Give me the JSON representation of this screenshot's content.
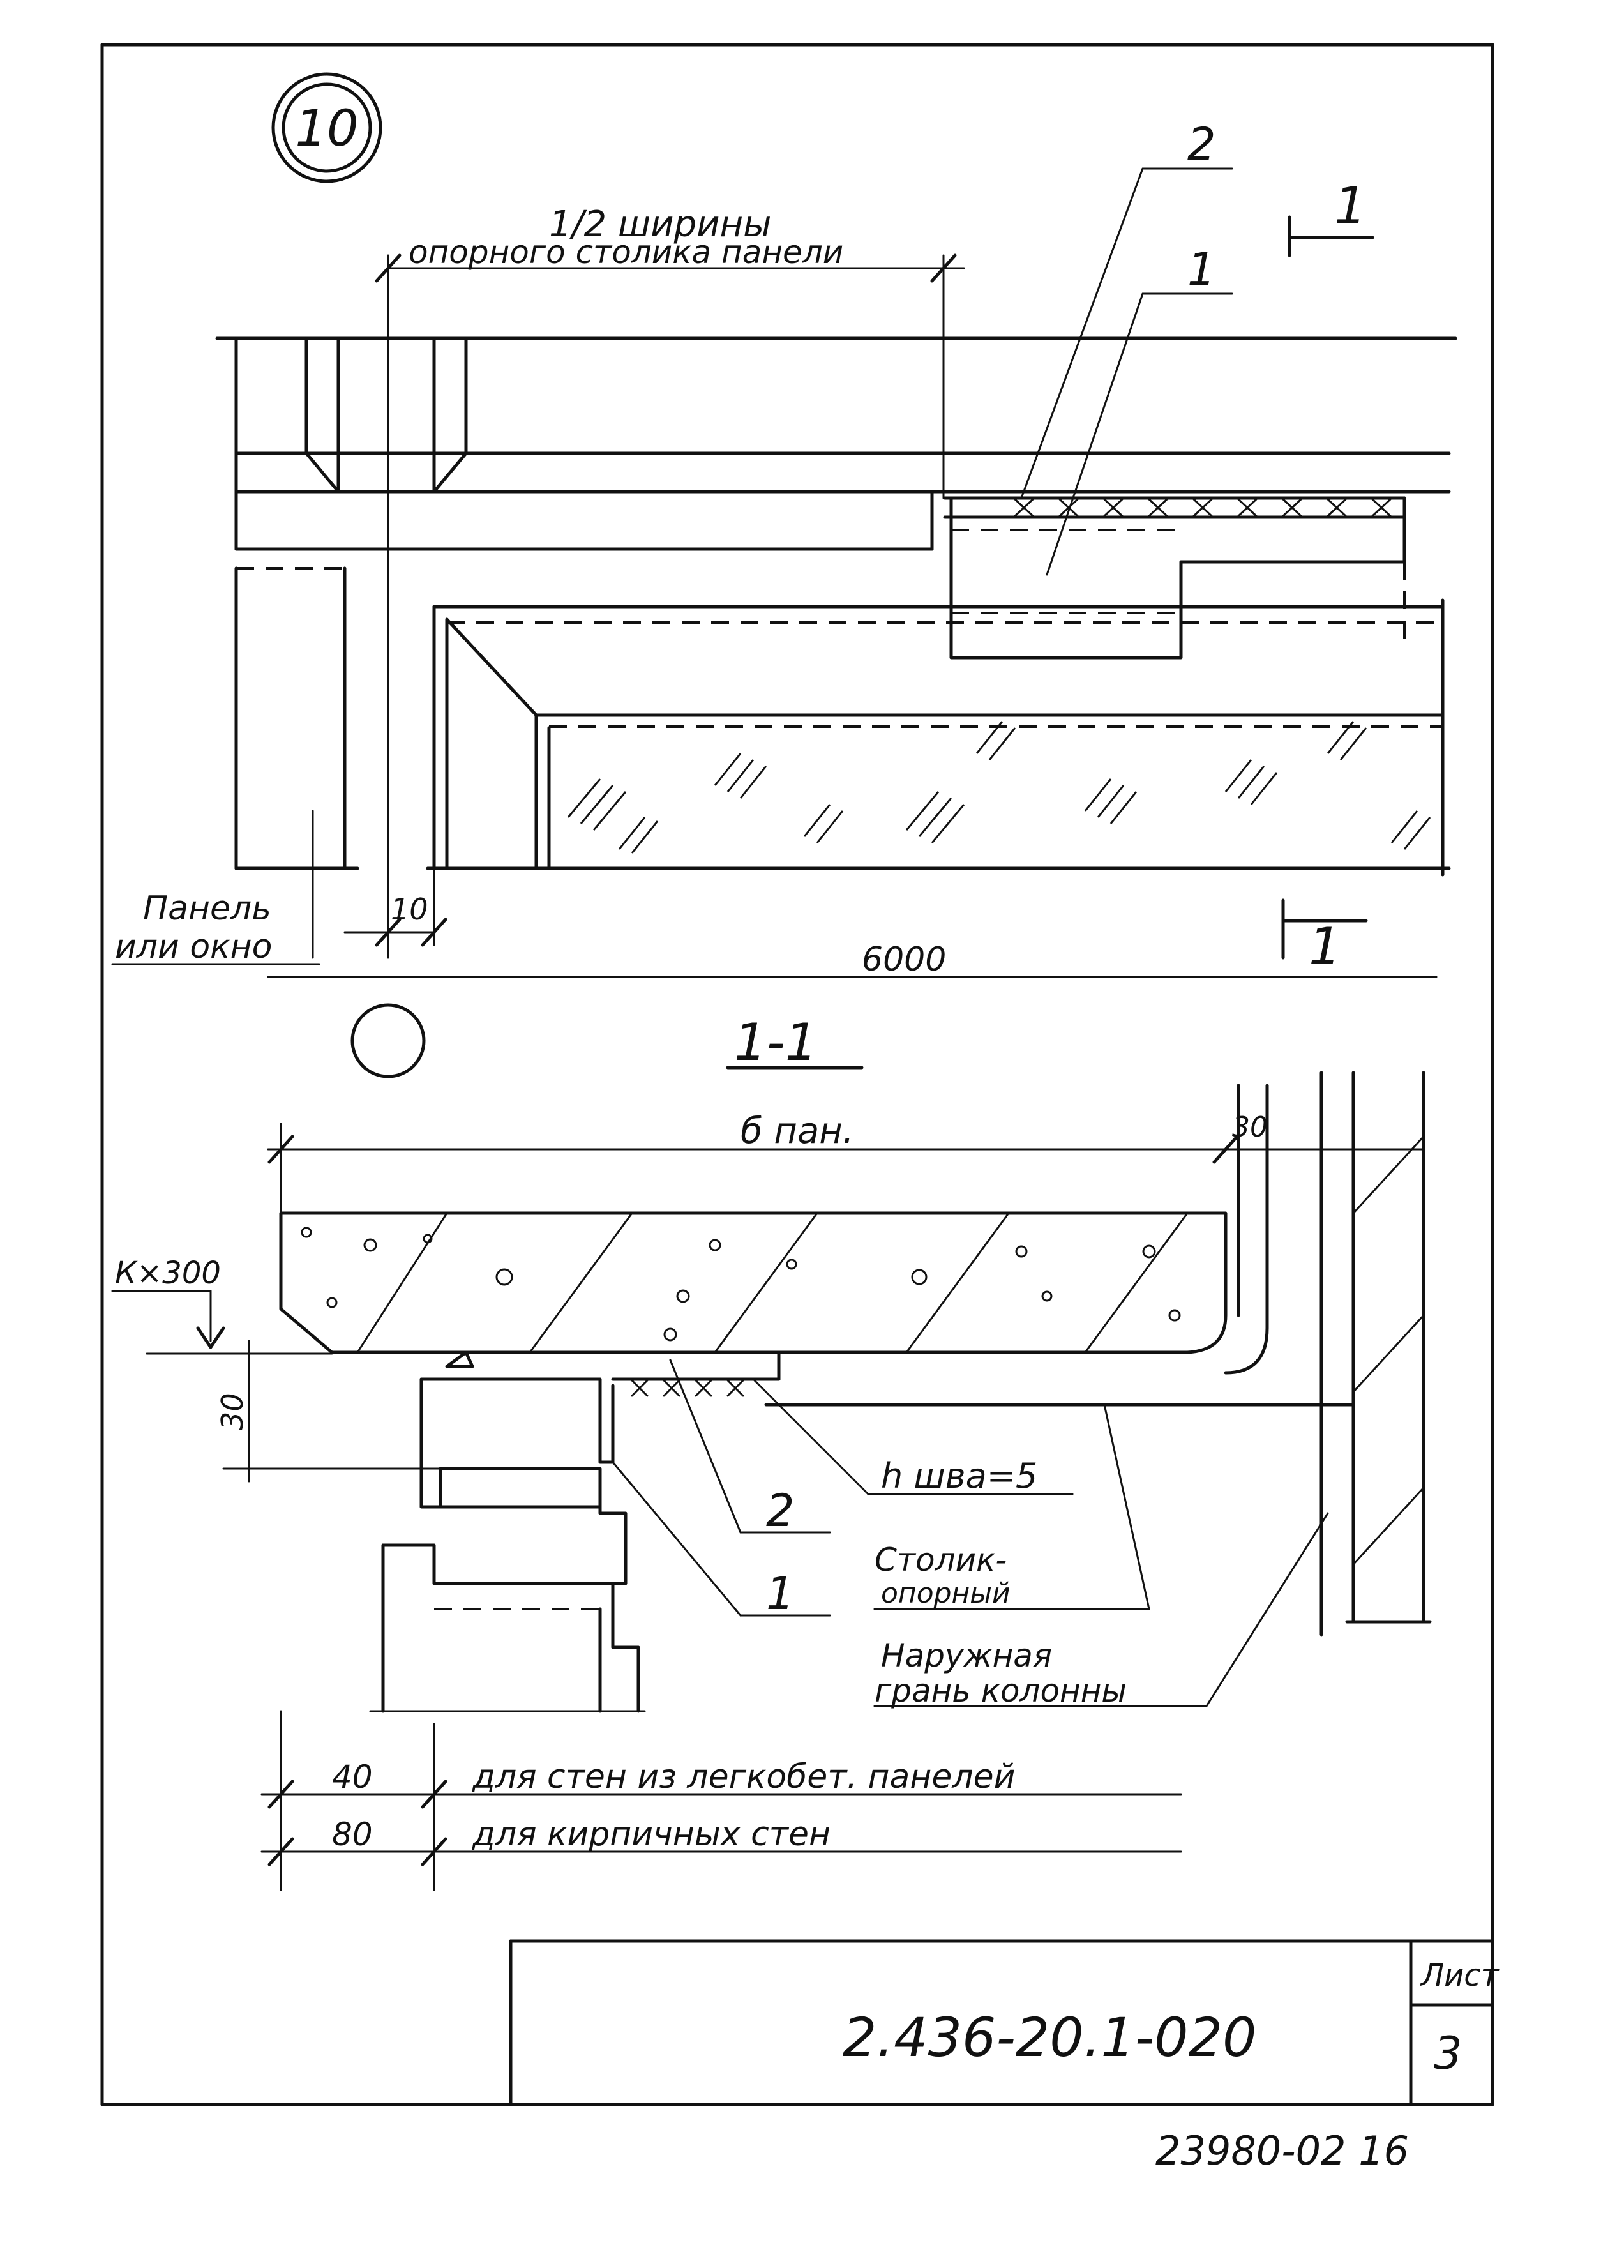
{
  "detail_number": "10",
  "plan": {
    "dim_title_line1": "1/2 ширины",
    "dim_title_line2": "опорного столика панели",
    "callout_1": "1",
    "callout_2": "2",
    "section_mark_top": "1",
    "section_mark_bottom": "1",
    "label_panel_line1": "Панель",
    "label_panel_line2": "или окно",
    "dim_10": "10",
    "dim_6000": "6000"
  },
  "section": {
    "title": "1-1",
    "dim_b_pan": "б пан.",
    "dim_30_top": "30",
    "dim_kx300": "К×300",
    "dim_30_side": "30",
    "h_weld": "h шва=5",
    "callout_2": "2",
    "callout_1": "1",
    "label_table_line1": "Столик-",
    "label_table_line2": "опорный",
    "label_column_line1": "Наружная",
    "label_column_line2": "грань колонны",
    "dim_40": "40",
    "note_40": "для стен из легкобет. панелей",
    "dim_80": "80",
    "note_80": "для кирпичных стен"
  },
  "title_block": {
    "code": "2.436-20.1-020",
    "sheet_label": "Лист",
    "sheet_number": "3"
  },
  "footer_stamp": "23980-02 16"
}
